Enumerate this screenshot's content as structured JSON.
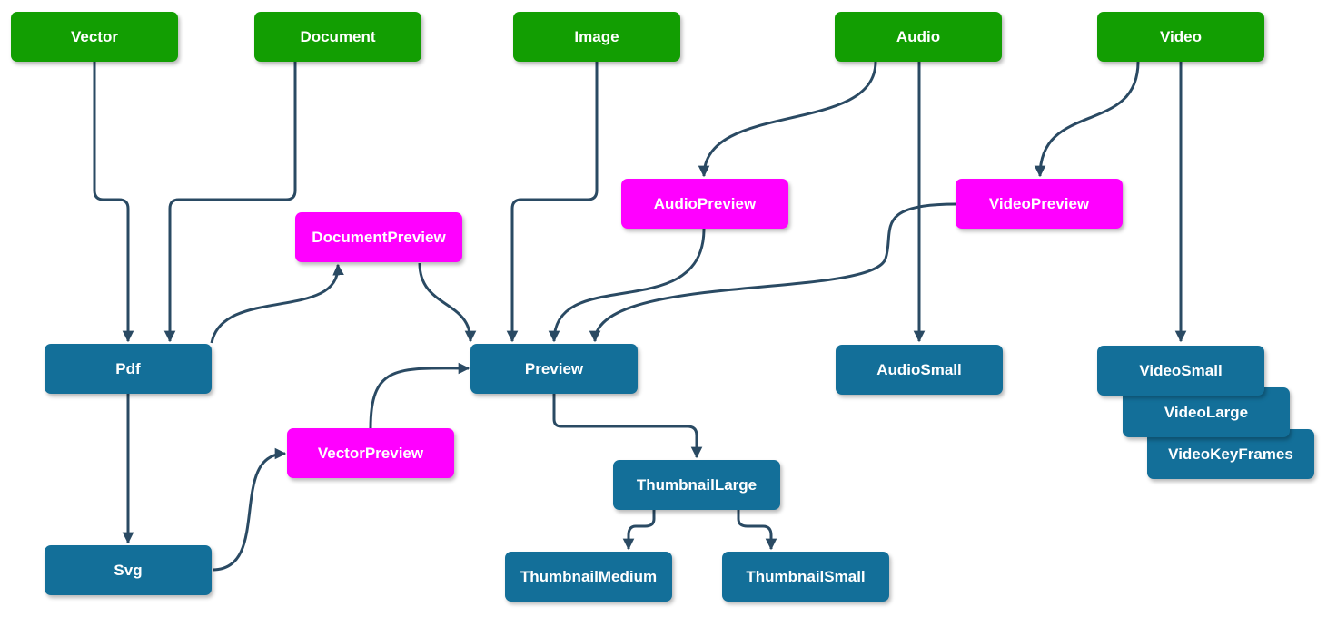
{
  "colors": {
    "source": "#129e02",
    "preview": "#ff00ff",
    "output": "#136f99",
    "edge": "#2a4a63"
  },
  "nodes": {
    "vector": "Vector",
    "document": "Document",
    "image": "Image",
    "audio": "Audio",
    "video": "Video",
    "audio_preview": "AudioPreview",
    "video_preview": "VideoPreview",
    "document_preview": "DocumentPreview",
    "vector_preview": "VectorPreview",
    "pdf": "Pdf",
    "svg": "Svg",
    "preview": "Preview",
    "thumbnail_large": "ThumbnailLarge",
    "thumbnail_medium": "ThumbnailMedium",
    "thumbnail_small": "ThumbnailSmall",
    "audio_small": "AudioSmall",
    "video_small": "VideoSmall",
    "video_large": "VideoLarge",
    "video_keyframes": "VideoKeyFrames"
  },
  "edges": [
    [
      "vector",
      "pdf"
    ],
    [
      "document",
      "pdf"
    ],
    [
      "image",
      "preview"
    ],
    [
      "audio",
      "audio_preview"
    ],
    [
      "audio",
      "audio_small"
    ],
    [
      "video",
      "video_preview"
    ],
    [
      "video",
      "video_small"
    ],
    [
      "audio_preview",
      "preview"
    ],
    [
      "video_preview",
      "preview"
    ],
    [
      "pdf",
      "document_preview"
    ],
    [
      "document_preview",
      "preview"
    ],
    [
      "pdf",
      "svg"
    ],
    [
      "svg",
      "vector_preview"
    ],
    [
      "vector_preview",
      "preview"
    ],
    [
      "preview",
      "thumbnail_large"
    ],
    [
      "thumbnail_large",
      "thumbnail_medium"
    ],
    [
      "thumbnail_large",
      "thumbnail_small"
    ]
  ]
}
